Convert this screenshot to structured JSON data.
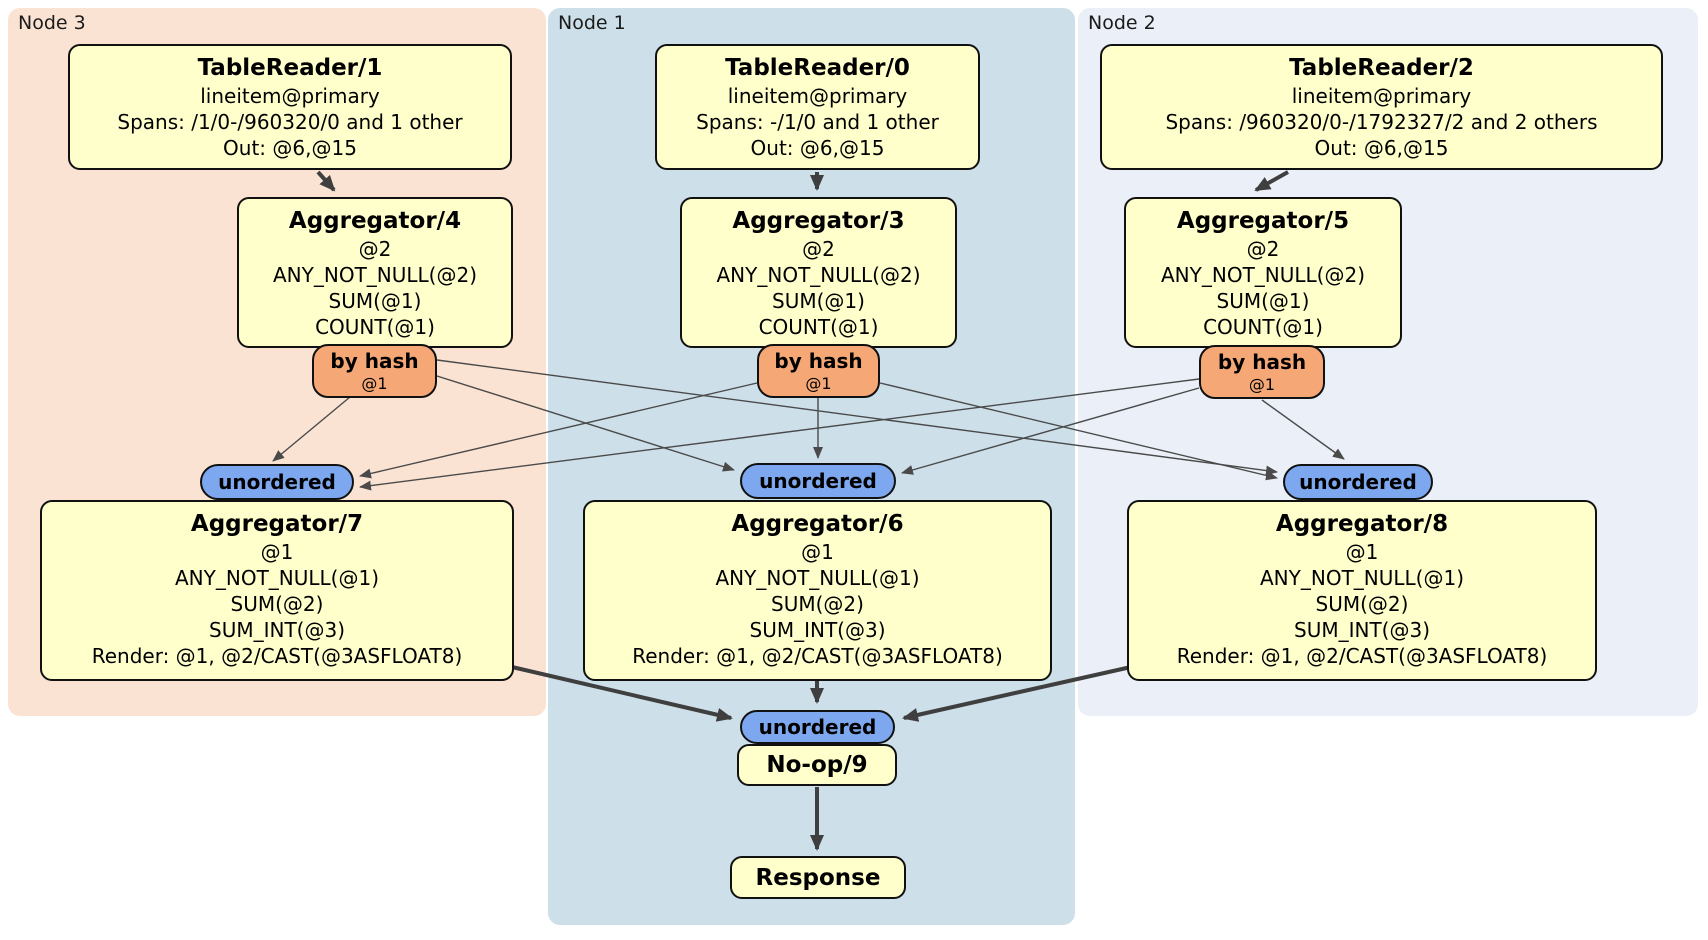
{
  "diagram": {
    "regions": [
      {
        "id": "node3",
        "label": "Node 3"
      },
      {
        "id": "node1",
        "label": "Node 1"
      },
      {
        "id": "node2",
        "label": "Node 2"
      }
    ],
    "processors": {
      "tr1": {
        "title": "TableReader/1",
        "lines": [
          "lineitem@primary",
          "Spans: /1/0-/960320/0 and 1 other",
          "Out: @6,@15"
        ]
      },
      "tr0": {
        "title": "TableReader/0",
        "lines": [
          "lineitem@primary",
          "Spans: -/1/0 and 1 other",
          "Out: @6,@15"
        ]
      },
      "tr2": {
        "title": "TableReader/2",
        "lines": [
          "lineitem@primary",
          "Spans: /960320/0-/1792327/2 and 2 others",
          "Out: @6,@15"
        ]
      },
      "agg4": {
        "title": "Aggregator/4",
        "lines": [
          "@2",
          "ANY_NOT_NULL(@2)",
          "SUM(@1)",
          "COUNT(@1)"
        ]
      },
      "agg3": {
        "title": "Aggregator/3",
        "lines": [
          "@2",
          "ANY_NOT_NULL(@2)",
          "SUM(@1)",
          "COUNT(@1)"
        ]
      },
      "agg5": {
        "title": "Aggregator/5",
        "lines": [
          "@2",
          "ANY_NOT_NULL(@2)",
          "SUM(@1)",
          "COUNT(@1)"
        ]
      },
      "agg7": {
        "title": "Aggregator/7",
        "lines": [
          "@1",
          "ANY_NOT_NULL(@1)",
          "SUM(@2)",
          "SUM_INT(@3)",
          "Render: @1, @2/CAST(@3ASFLOAT8)"
        ]
      },
      "agg6": {
        "title": "Aggregator/6",
        "lines": [
          "@1",
          "ANY_NOT_NULL(@1)",
          "SUM(@2)",
          "SUM_INT(@3)",
          "Render: @1, @2/CAST(@3ASFLOAT8)"
        ]
      },
      "agg8": {
        "title": "Aggregator/8",
        "lines": [
          "@1",
          "ANY_NOT_NULL(@1)",
          "SUM(@2)",
          "SUM_INT(@3)",
          "Render: @1, @2/CAST(@3ASFLOAT8)"
        ]
      },
      "noop": {
        "title": "No-op/9"
      },
      "response": {
        "title": "Response"
      }
    },
    "routers": {
      "by_hash_node3": {
        "label": "by hash",
        "tag": "@1"
      },
      "by_hash_node1": {
        "label": "by hash",
        "tag": "@1"
      },
      "by_hash_node2": {
        "label": "by hash",
        "tag": "@1"
      }
    },
    "syncs": {
      "unordered_node3": {
        "label": "unordered"
      },
      "unordered_node1": {
        "label": "unordered"
      },
      "unordered_node2": {
        "label": "unordered"
      },
      "unordered_final": {
        "label": "unordered"
      }
    },
    "colors": {
      "region_node3": "#FBE3D4",
      "region_node1": "#CDDFE9",
      "region_node2": "#EAEFF8",
      "processor_fill": "#FFFFCC",
      "router_fill": "#F5A876",
      "sync_fill": "#7DA7EE",
      "border": "#111111",
      "edge_thin": "#4A4A4A",
      "edge_thick": "#3F3F3F"
    }
  }
}
